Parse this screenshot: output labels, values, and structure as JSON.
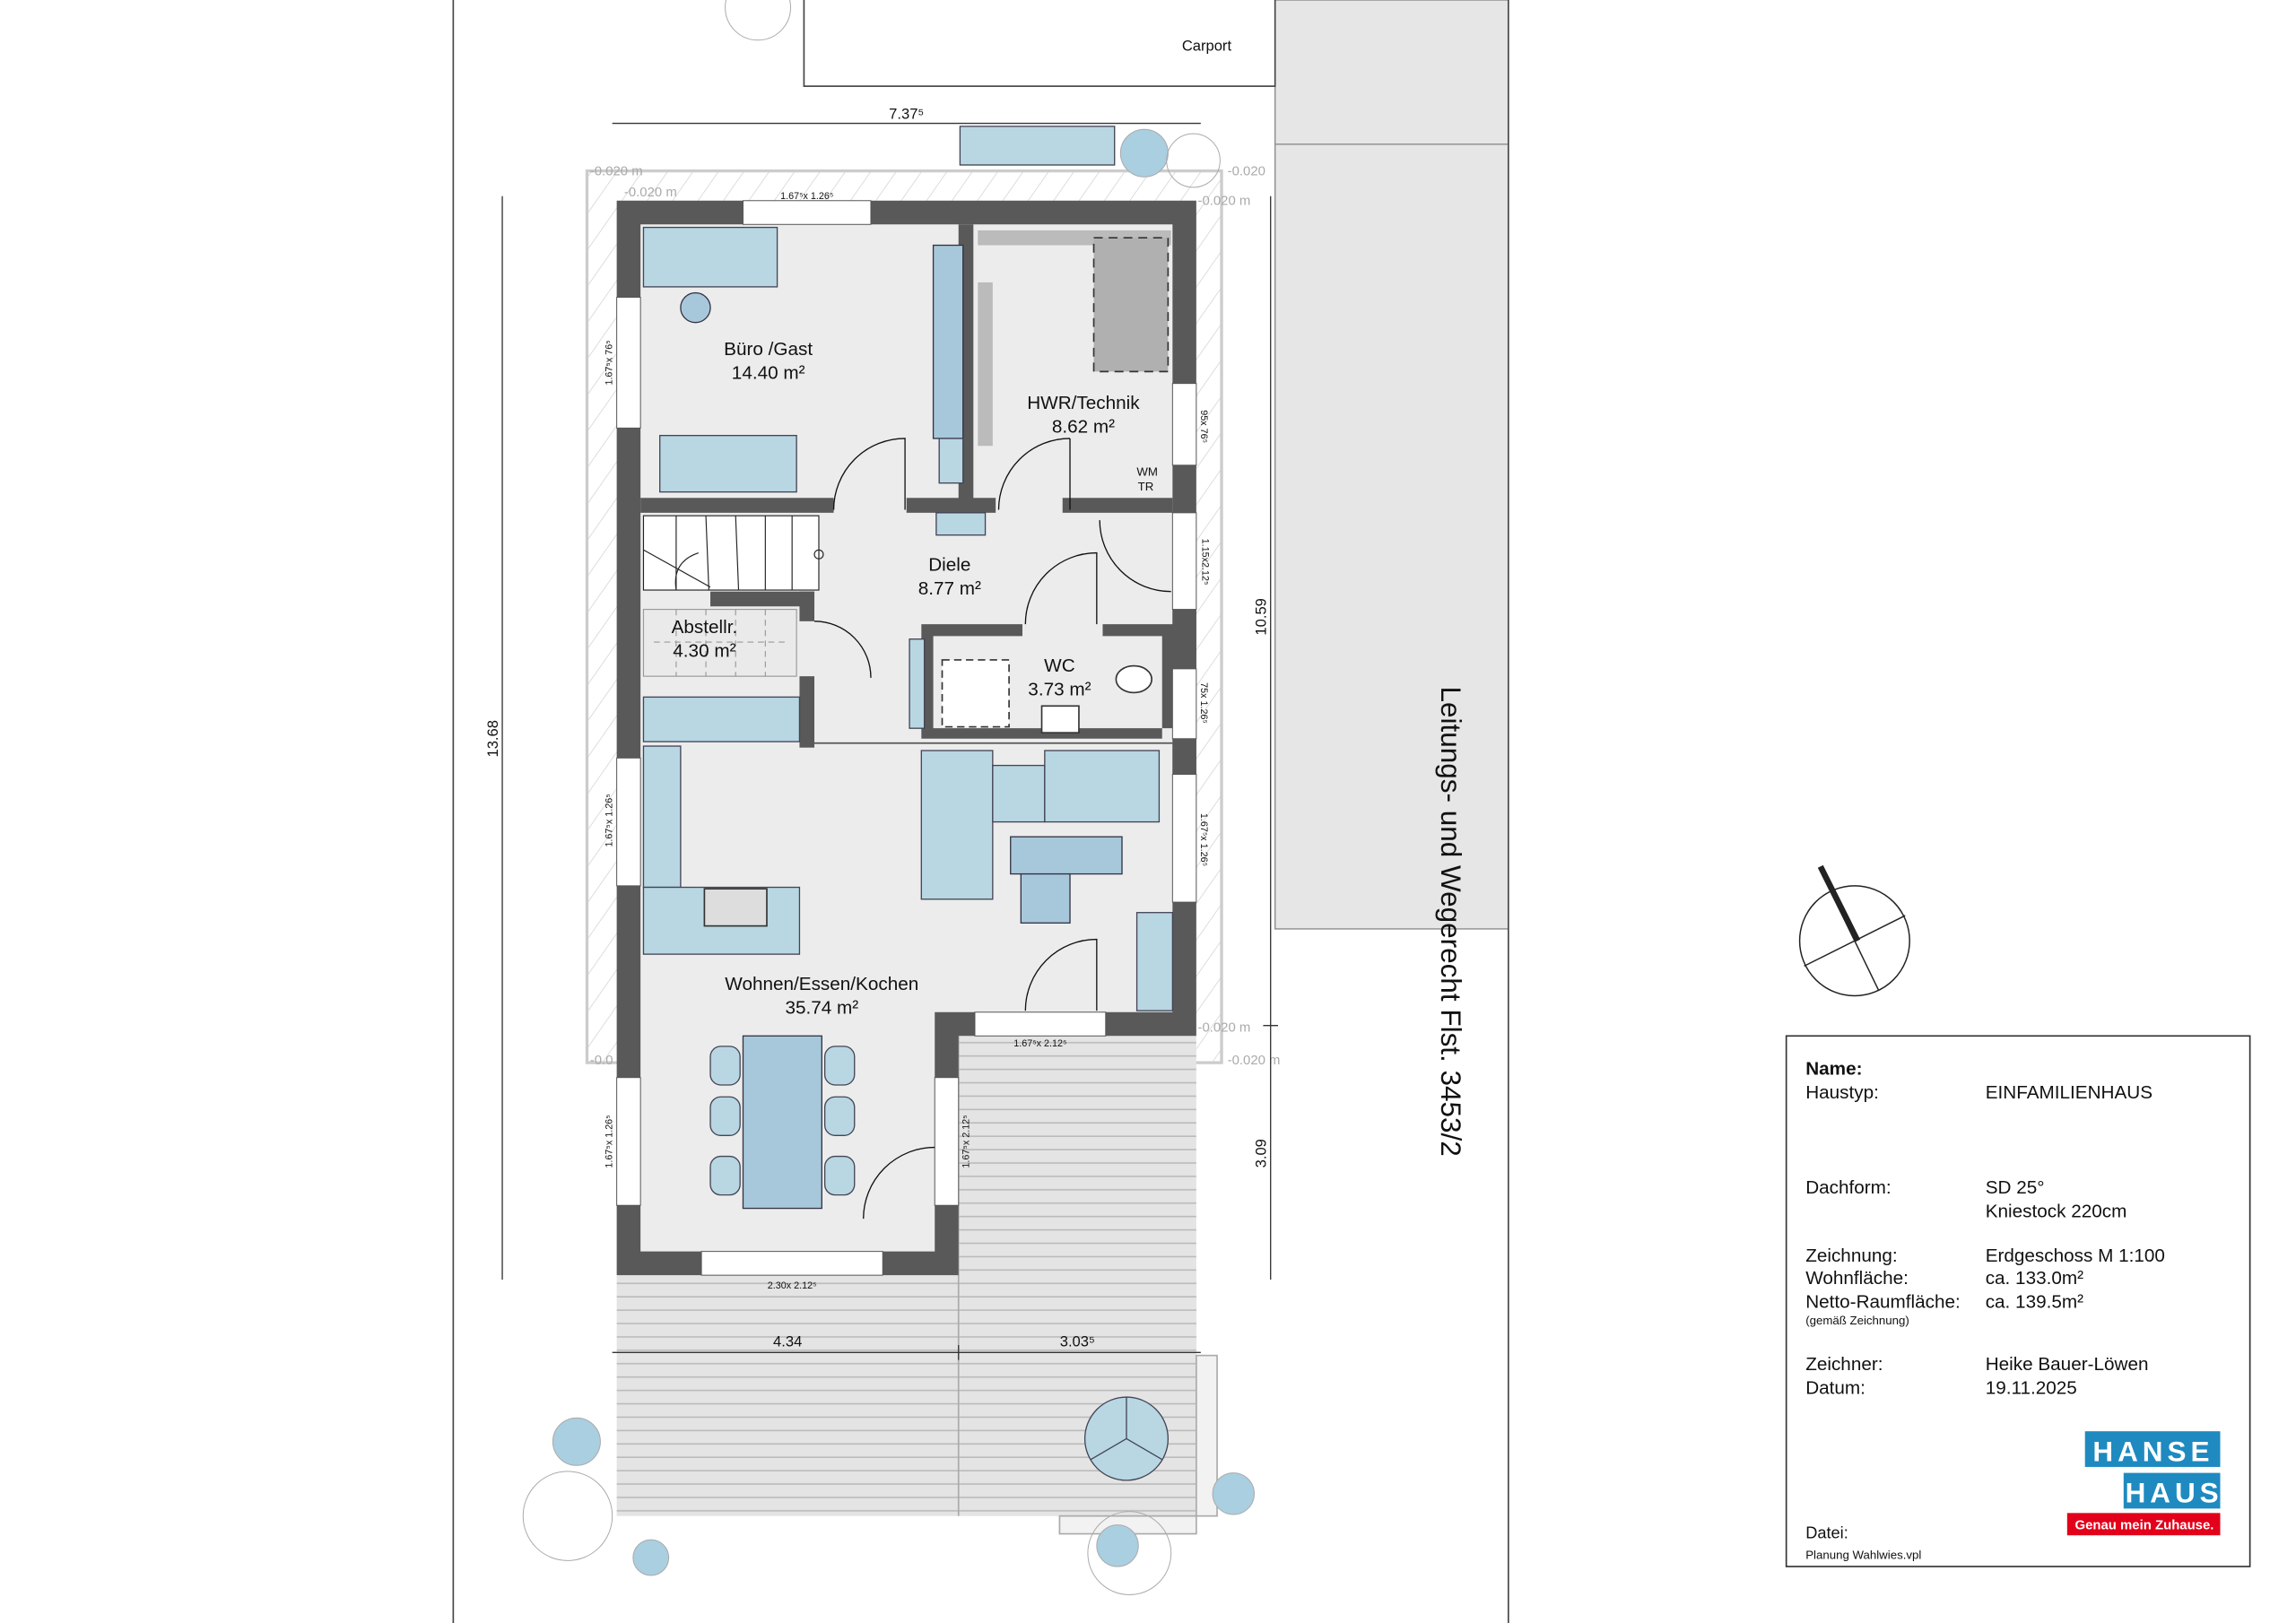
{
  "site": {
    "carport_label": "Carport",
    "easement_label": "Leitungs- und Wegerecht Flst. 3453/2",
    "level_labels": [
      "-0.020 m",
      "-0.020 m",
      "-0.020",
      "-0.020 m",
      "-0.020 m",
      "-0.020 m",
      "-0.0"
    ]
  },
  "rooms": [
    {
      "name": "Büro /Gast",
      "area": "14.40 m²"
    },
    {
      "name": "HWR/Technik",
      "area": "8.62 m²"
    },
    {
      "name": "Diele",
      "area": "8.77 m²"
    },
    {
      "name": "Abstellr.",
      "area": "4.30 m²"
    },
    {
      "name": "WC",
      "area": "3.73 m²"
    },
    {
      "name": "Wohnen/Essen/Kochen",
      "area": "35.74 m²"
    }
  ],
  "appliance_labels": [
    "WM",
    "TR"
  ],
  "dimensions": {
    "top": "7.37⁵",
    "left": "13.68",
    "right_upper": "10.59",
    "right_lower": "3.09",
    "bottom_left": "4.34",
    "bottom_right": "3.03⁵"
  },
  "openings": {
    "buero_north": "1.67⁵x 1.26⁵",
    "buero_west": "1.67⁵x 76⁵",
    "hwr_east": "95x 76⁵",
    "entrance": "1.15x2.12⁵",
    "wc_east": "75x 1.26⁵",
    "kitchen_west": "1.67⁵x 1.26⁵",
    "living_east": "1.67⁵x 1.26⁵",
    "terrace_door": "1.67⁵x 2.12⁵",
    "dining_west": "1.67⁵x 1.26⁵",
    "dining_east": "1.67⁵x 2.12⁵",
    "dining_south": "2.30x 2.12⁵"
  },
  "title_block": {
    "name_label": "Name:",
    "rows": [
      {
        "label": "Haustyp:",
        "value": "EINFAMILIENHAUS"
      },
      {
        "label": "Dachform:",
        "value": "SD 25°"
      },
      {
        "label": "",
        "value": "Kniestock 220cm"
      },
      {
        "label": "Zeichnung:",
        "value": "Erdgeschoss  M 1:100"
      },
      {
        "label": "Wohnfläche:",
        "value": "ca. 133.0m²"
      },
      {
        "label": "Netto-Raumfläche:",
        "value": "ca. 139.5m²"
      },
      {
        "label": "Zeichner:",
        "value": "Heike Bauer-Löwen"
      },
      {
        "label": "Datum:",
        "value": "19.11.2025"
      }
    ],
    "note": "(gemäß Zeichnung)",
    "file_label": "Datei:",
    "file_value": "Planung Wahlwies.vpl",
    "logo": {
      "line1": "HANSE",
      "line2": "HAUS",
      "slogan": "Genau mein Zuhause.",
      "blue": "#1e8ac0",
      "red": "#e2001a"
    }
  }
}
